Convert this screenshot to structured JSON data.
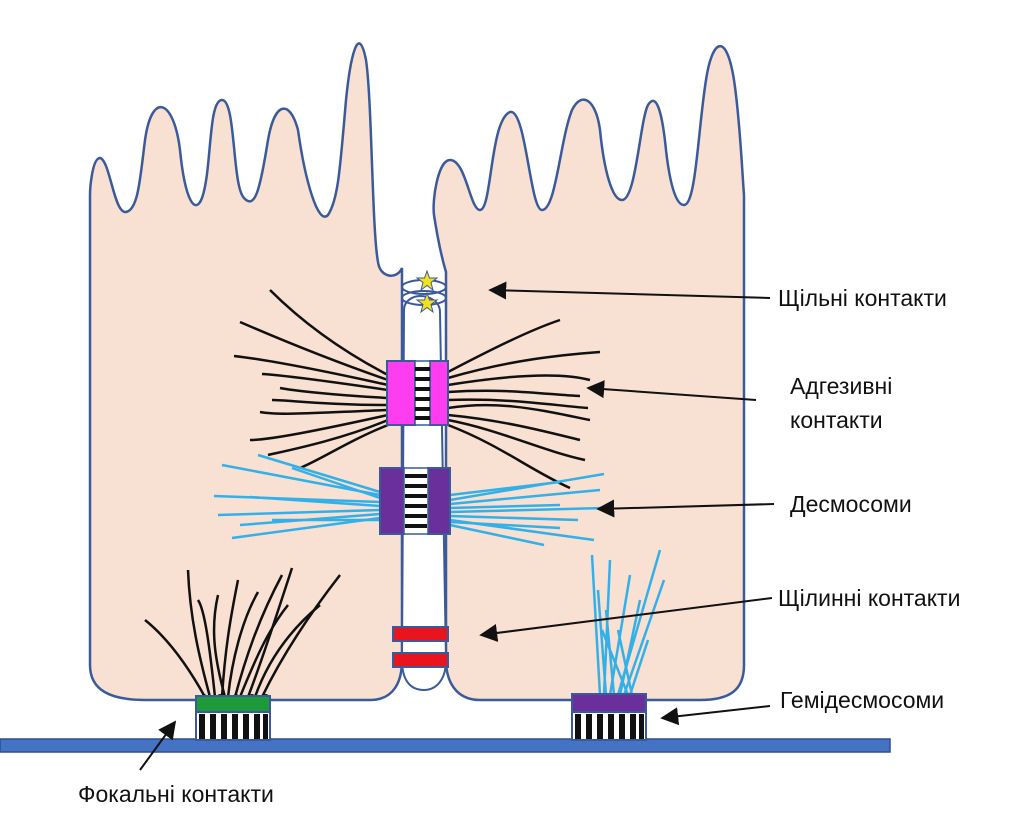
{
  "labels": {
    "tight": "Щільні контакти",
    "adherens_line1": "Адгезивні",
    "adherens_line2": "контакти",
    "desmosomes": "Десмосоми",
    "gap": "Щілинні контакти",
    "hemidesmosomes": "Гемідесмосоми",
    "focal": "Фокальні контакти"
  },
  "colors": {
    "cell_fill": "#F8E0D2",
    "cell_outline": "#3A5A9A",
    "basement_membrane": "#4472C4",
    "actin_filaments": "#111111",
    "intermediate_filaments": "#33B0E8",
    "adherens_junction": "#FF3DF0",
    "desmosome": "#6B2F9C",
    "gap_junction": "#E8141E",
    "focal_adhesion": "#1E9A3A",
    "hemidesmosome": "#6B2F9C",
    "tight_junction_stars": "#F2E21E"
  },
  "icons": {
    "tight_junction": "star-icon"
  }
}
